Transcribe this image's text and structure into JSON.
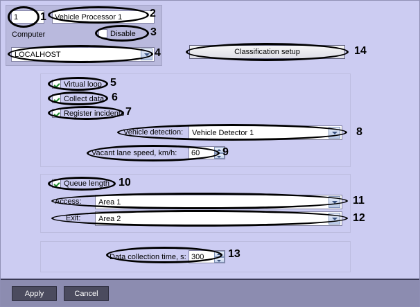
{
  "window": {
    "background_color": "#ccccf2",
    "panel_color": "#b9b9dd"
  },
  "identity_panel": {
    "id_value": "1",
    "name_value": "Vehicle Processor 1",
    "computer_label": "Computer",
    "disable_label": "Disable",
    "disable_checked": false,
    "host_value": "LOCALHOST"
  },
  "classification": {
    "button_label": "Classification setup"
  },
  "detection_group": {
    "virtual_loop_label": "Virtual loop",
    "virtual_loop_checked": true,
    "collect_data_label": "Collect data",
    "collect_data_checked": true,
    "register_incidents_label": "Register incidents",
    "register_incidents_checked": true,
    "vehicle_detection_label": "Vehicle detection:",
    "vehicle_detection_value": "Vehicle Detector 1",
    "vacant_speed_label": "Vacant lane speed, km/h:",
    "vacant_speed_value": "60"
  },
  "queue_group": {
    "queue_length_label": "Queue length",
    "queue_length_checked": true,
    "access_label": "Access:",
    "access_value": "Area 1",
    "exit_label": "Exit:",
    "exit_value": "Area 2"
  },
  "timing_group": {
    "data_collection_label": "Data collection time, s:",
    "data_collection_value": "300"
  },
  "toolbar": {
    "apply_label": "Apply",
    "cancel_label": "Cancel"
  },
  "annotations": {
    "n1": "1",
    "n2": "2",
    "n3": "3",
    "n4": "4",
    "n5": "5",
    "n6": "6",
    "n7": "7",
    "n8": "8",
    "n9": "9",
    "n10": "10",
    "n11": "11",
    "n12": "12",
    "n13": "13",
    "n14": "14"
  }
}
